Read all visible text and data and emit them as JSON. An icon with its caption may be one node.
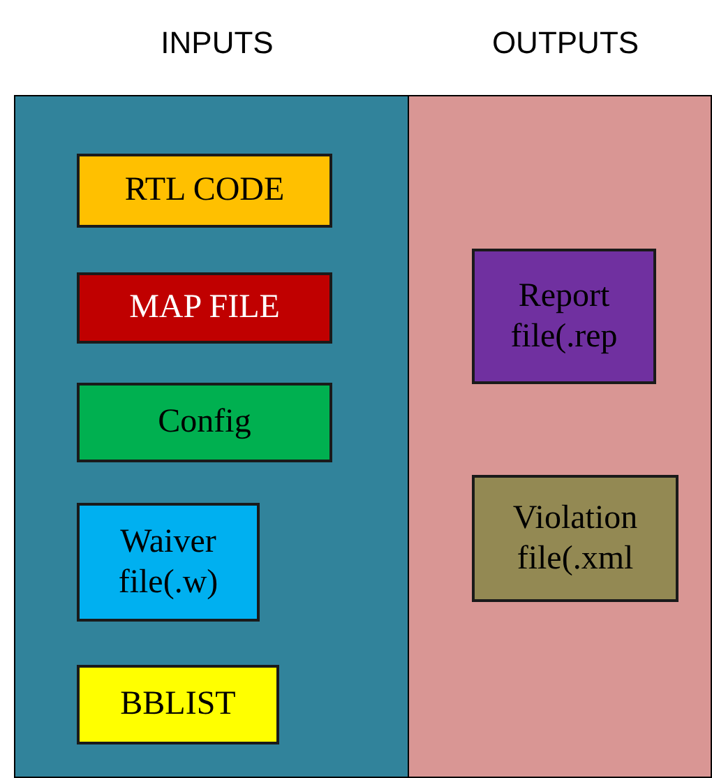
{
  "diagram": {
    "nodes": [
      {
        "text": [
          "INPUTS"
        ]
      },
      {
        "text": [
          "OUTPUTS"
        ]
      },
      {
        "text": [
          "RTL CODE"
        ],
        "in": 0
      },
      {
        "text": [
          "MAP FILE"
        ],
        "in": 0
      },
      {
        "text": [
          "Config"
        ],
        "in": 0
      },
      {
        "text": [
          "Waiver file(.w)"
        ],
        "in": 0
      },
      {
        "text": [
          "BBLIST"
        ],
        "in": 0
      },
      {
        "text": [
          "Report file(.rep"
        ],
        "in": 1
      },
      {
        "text": [
          "Violation file(.xml"
        ],
        "in": 1
      }
    ]
  }
}
